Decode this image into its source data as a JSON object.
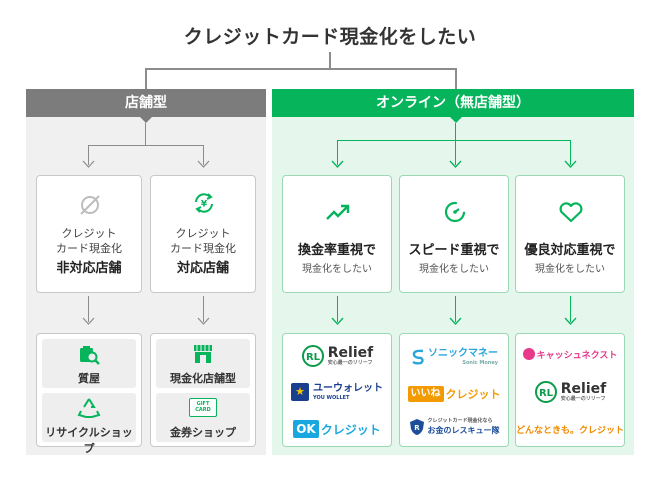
{
  "title": "クレジットカード現金化をしたい",
  "store": {
    "header": "店舗型",
    "box1": {
      "line1": "クレジット",
      "line2": "カード現金化",
      "strong": "非対応店舗"
    },
    "box2": {
      "line1": "クレジット",
      "line2": "カード現金化",
      "strong": "対応店舗"
    },
    "list1": [
      "質屋",
      "リサイクルショップ"
    ],
    "list2": [
      "現金化店舗型",
      "金券ショップ"
    ],
    "gift_card_text": "GIFT CARD"
  },
  "online": {
    "header": "オンライン（無店舗型）",
    "cols": [
      {
        "main": "換金率重視で",
        "sub": "現金化をしたい"
      },
      {
        "main": "スピード重視で",
        "sub": "現金化をしたい"
      },
      {
        "main": "優良対応重視で",
        "sub": "現金化をしたい"
      }
    ],
    "brands_col1": {
      "relief": "Relief",
      "relief_sub": "安心最一のリリーフ",
      "you": "ユーウォレット",
      "you_sub": "YOU WOLLET",
      "ok": "OK",
      "ok_rest": "クレジット"
    },
    "brands_col2": {
      "sonic": "ソニックマネー",
      "sonic_sub": "Sonic Money",
      "iine": "いいね",
      "iine_rest": "クレジット",
      "rescue_small": "クレジットカード現金化なら",
      "rescue": "お金のレスキュー隊"
    },
    "brands_col3": {
      "cashnavi": "キャッシュネクスト",
      "relief": "Relief",
      "relief_sub": "安心最一のリリーフ",
      "donna": "どんなときも。クレジット"
    }
  },
  "colors": {
    "gray": "#7c7c7c",
    "green": "#06b45c",
    "gray_bg": "#f0f0f0",
    "green_bg": "#e5f6ec"
  }
}
